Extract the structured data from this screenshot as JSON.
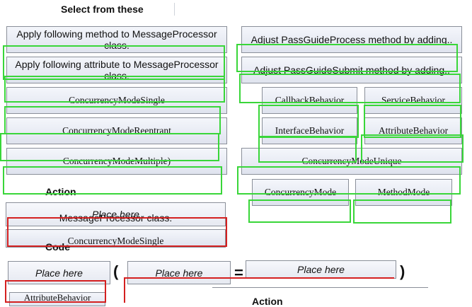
{
  "header": {
    "title": "Select  from these"
  },
  "left_options": [
    "Apply following method to MessageProcessor class.",
    "Apply following attribute to MessageProcessor class.",
    "ConcurrencyModeSingle",
    "ConcurrencyModeReentrant",
    "ConcurrencyModeMultiple)"
  ],
  "right_options": {
    "process": "Adjust PassGuideProcess method by adding..",
    "submit": "Adjust PassGuideSubmit method by adding..",
    "callback": "CallbackBehavior",
    "service": "ServiceBehavior",
    "interface": "InterfaceBehavior",
    "attribute": "AttributeBehavior",
    "unique": "ConcurrencyModeUnique",
    "mode": "ConcurrencyMode",
    "method": "MethodMode"
  },
  "action": {
    "label": "Action",
    "placeholder": "Place here",
    "behind_text_1": "MessageProcessor class.",
    "behind_text_2": "ConcurrencyModeSingle"
  },
  "code": {
    "label": "Code",
    "slot_1": "Place here",
    "slot_2": "Place here",
    "slot_3": "Place here",
    "open_paren": "(",
    "equals": "=",
    "close_paren": ")",
    "below_fragment": "AttributeBehavior"
  },
  "bottom_action": {
    "label": "Action"
  },
  "colors": {
    "green_outline": "#39d639",
    "red_outline": "#d42020"
  }
}
